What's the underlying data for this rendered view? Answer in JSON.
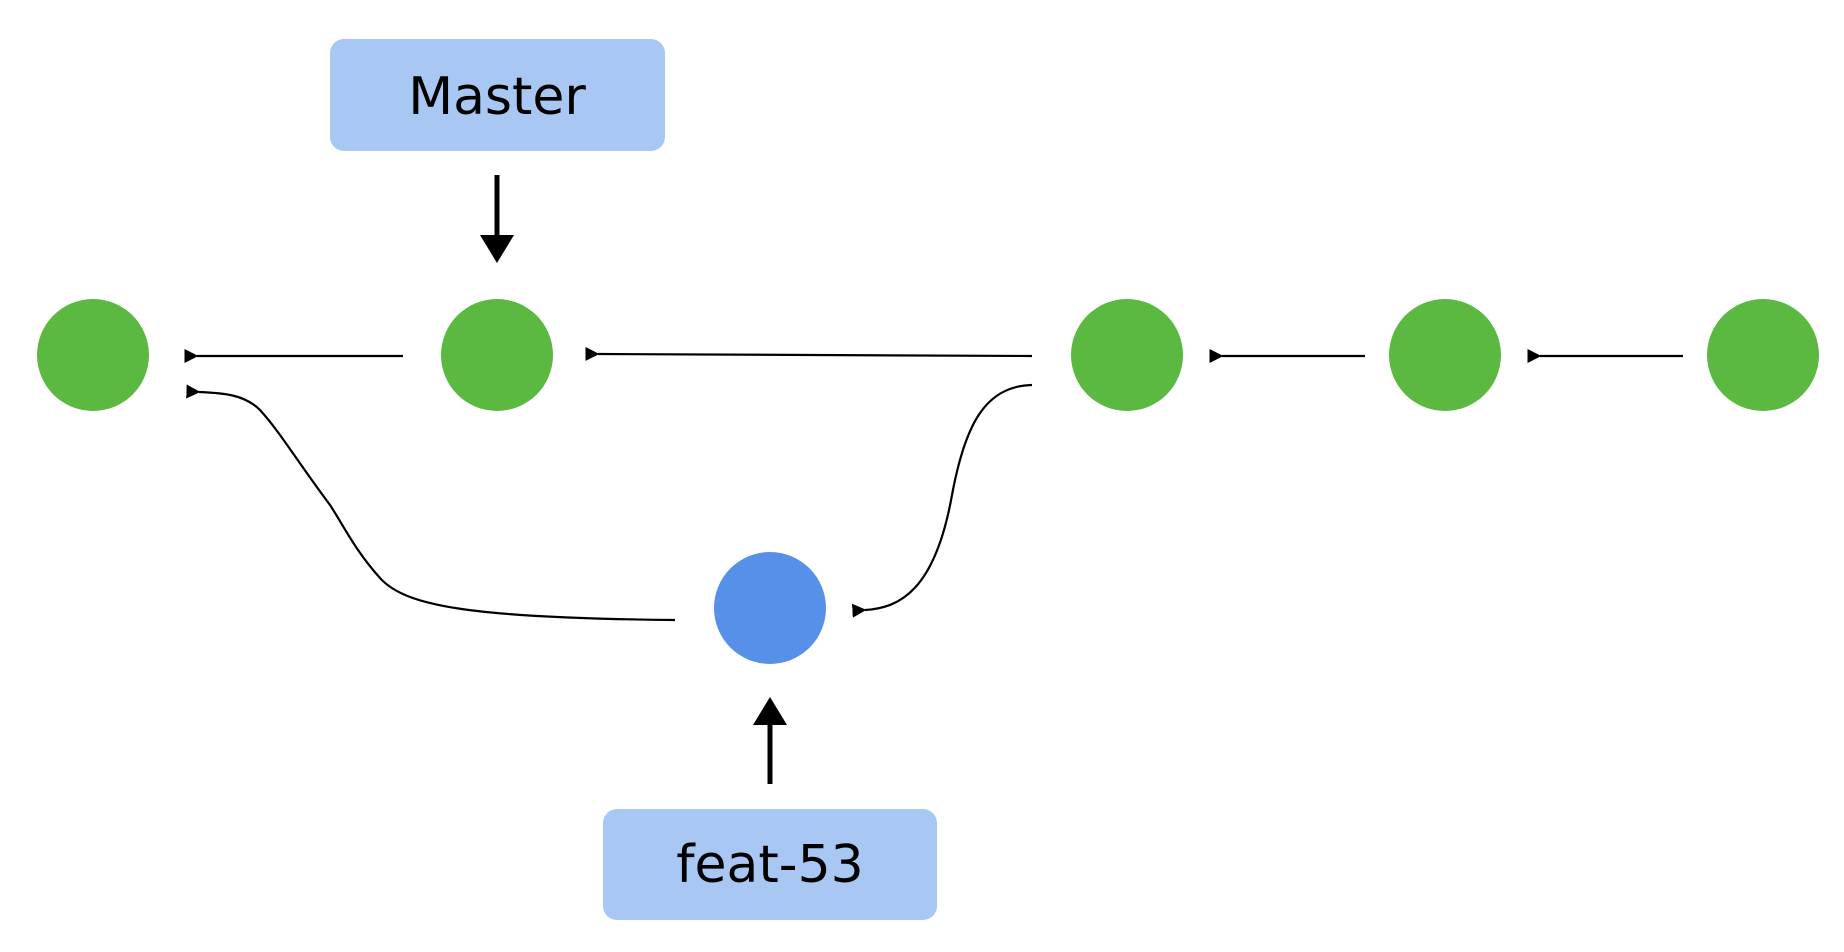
{
  "branches": {
    "master": {
      "label": "Master"
    },
    "feature": {
      "label": "feat-53"
    }
  },
  "colors": {
    "commit_main": "#5bb942",
    "commit_feature": "#5790e8",
    "label_background": "#a8c7f3",
    "edge": "#000000"
  },
  "commits": [
    {
      "id": "c1",
      "branch": "main"
    },
    {
      "id": "c2",
      "branch": "main"
    },
    {
      "id": "c3",
      "branch": "main"
    },
    {
      "id": "c4",
      "branch": "main"
    },
    {
      "id": "c5",
      "branch": "main"
    },
    {
      "id": "f1",
      "branch": "feature"
    }
  ],
  "parent_links": [
    {
      "from": "c2",
      "to": "c1"
    },
    {
      "from": "c3",
      "to": "c2"
    },
    {
      "from": "c4",
      "to": "c3"
    },
    {
      "from": "c5",
      "to": "c4"
    },
    {
      "from": "c3",
      "to": "f1"
    },
    {
      "from": "f1",
      "to": "c1"
    }
  ],
  "refs": [
    {
      "branch": "master",
      "points_to": "c2"
    },
    {
      "branch": "feature",
      "points_to": "f1"
    }
  ]
}
